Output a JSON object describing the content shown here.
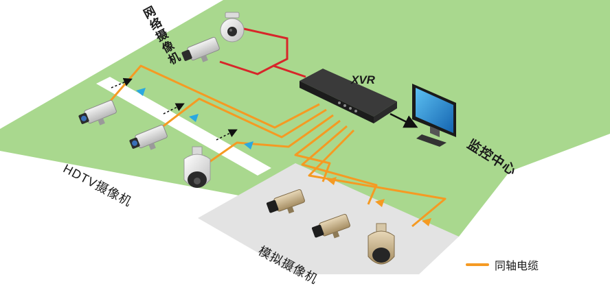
{
  "labels": {
    "network_camera": "网络摄像机",
    "xvr": "XVR",
    "monitor_center": "监控中心",
    "hdtv_camera": "HDTV摄像机",
    "analog_camera": "模拟摄像机"
  },
  "legend": {
    "coax": "同轴电缆"
  },
  "colors": {
    "green_zone": "#a9d88e",
    "gray_zone": "#e3e3e3",
    "coax": "#f59a23",
    "network_cable": "#d7262a",
    "signal_arrow": "#2aa8e0",
    "screen": "#1f8fd8"
  },
  "icons": [
    "dome-camera-icon",
    "box-camera-icon",
    "speed-dome-icon",
    "xvr-recorder-icon",
    "monitor-icon"
  ]
}
